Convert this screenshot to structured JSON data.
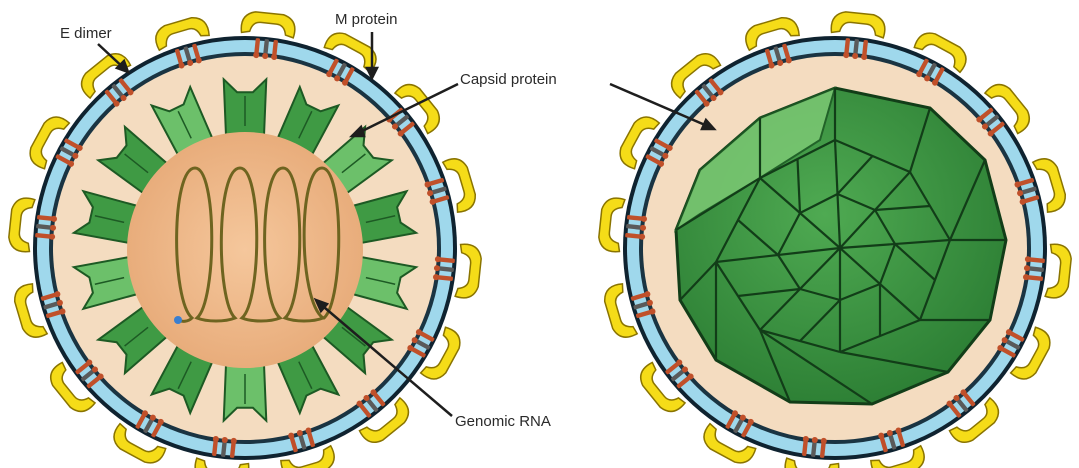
{
  "labels": {
    "e_dimer": "E dimer",
    "m_protein": "M protein",
    "capsid_protein": "Capsid protein",
    "genomic_rna": "Genomic RNA"
  },
  "colors": {
    "background": "#ffffff",
    "envelope_outer": "#0f2330",
    "membrane_blue": "#9fd8ec",
    "inner_layer": "#f4dcc0",
    "capsid_green": "#3f9a44",
    "capsid_dark": "#1d5a24",
    "capsid_light": "#6cc06a",
    "core_peach": "#eeb98a",
    "rna_strand": "#6e6420",
    "e_protein_yellow": "#f5dc18",
    "e_protein_outline": "#8a7400",
    "m_protein_red": "#c0502a",
    "m_protein_gray": "#5a5a5a",
    "leader_line": "#1e1e1e"
  },
  "icons": [
    "e-dimer-protein",
    "m-protein-stalk",
    "capsid-segment",
    "genomic-rna-coil",
    "icosahedral-capsid"
  ]
}
